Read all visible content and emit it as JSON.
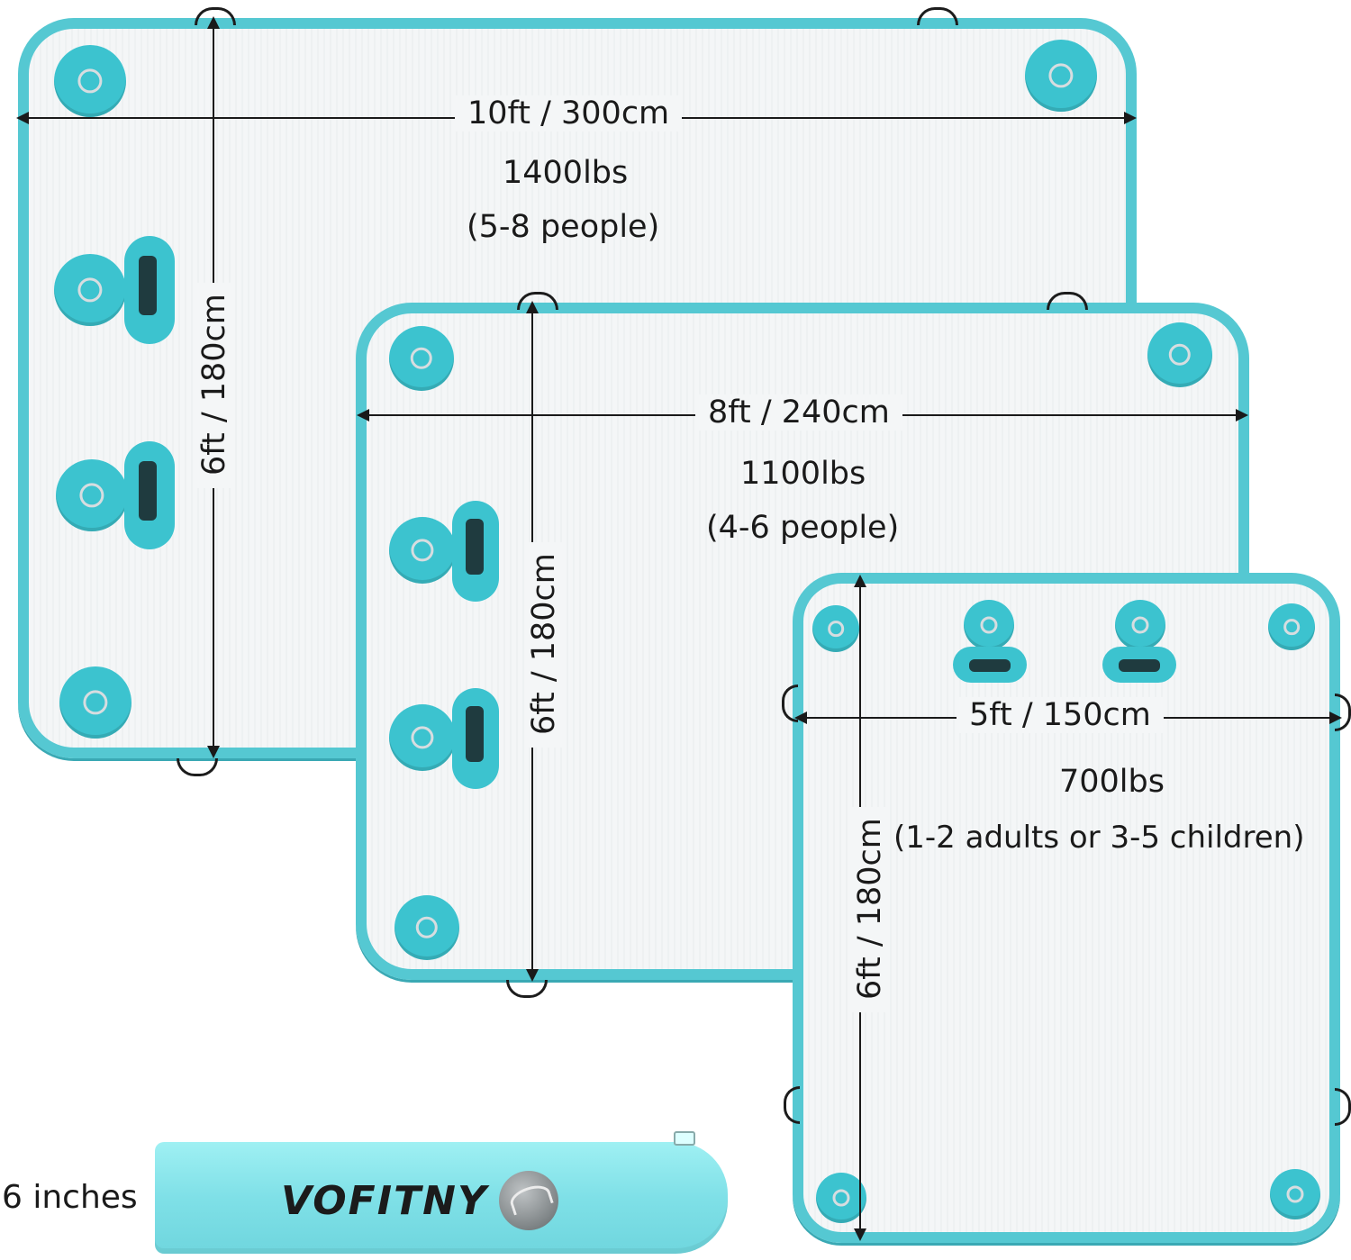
{
  "colors": {
    "accent": "#55c8d2",
    "pad": "#3cc3cf",
    "deck": "#f4f6f7",
    "strap": "#1c1c1c"
  },
  "platforms": {
    "large": {
      "width_label": "10ft / 300cm",
      "height_label": "6ft / 180cm",
      "capacity": "1400lbs",
      "occupancy": "(5-8 people)"
    },
    "medium": {
      "width_label": "8ft / 240cm",
      "height_label": "6ft / 180cm",
      "capacity": "1100lbs",
      "occupancy": "(4-6 people)"
    },
    "small": {
      "width_label": "5ft / 150cm",
      "height_label": "6ft / 180cm",
      "capacity": "700lbs",
      "occupancy": "(1-2 adults or 3-5 children)"
    }
  },
  "thickness": {
    "label": "6 inches",
    "brand": "VOFITNY"
  },
  "icons": [
    "d-ring-icon",
    "handle-icon",
    "air-valve-icon"
  ]
}
